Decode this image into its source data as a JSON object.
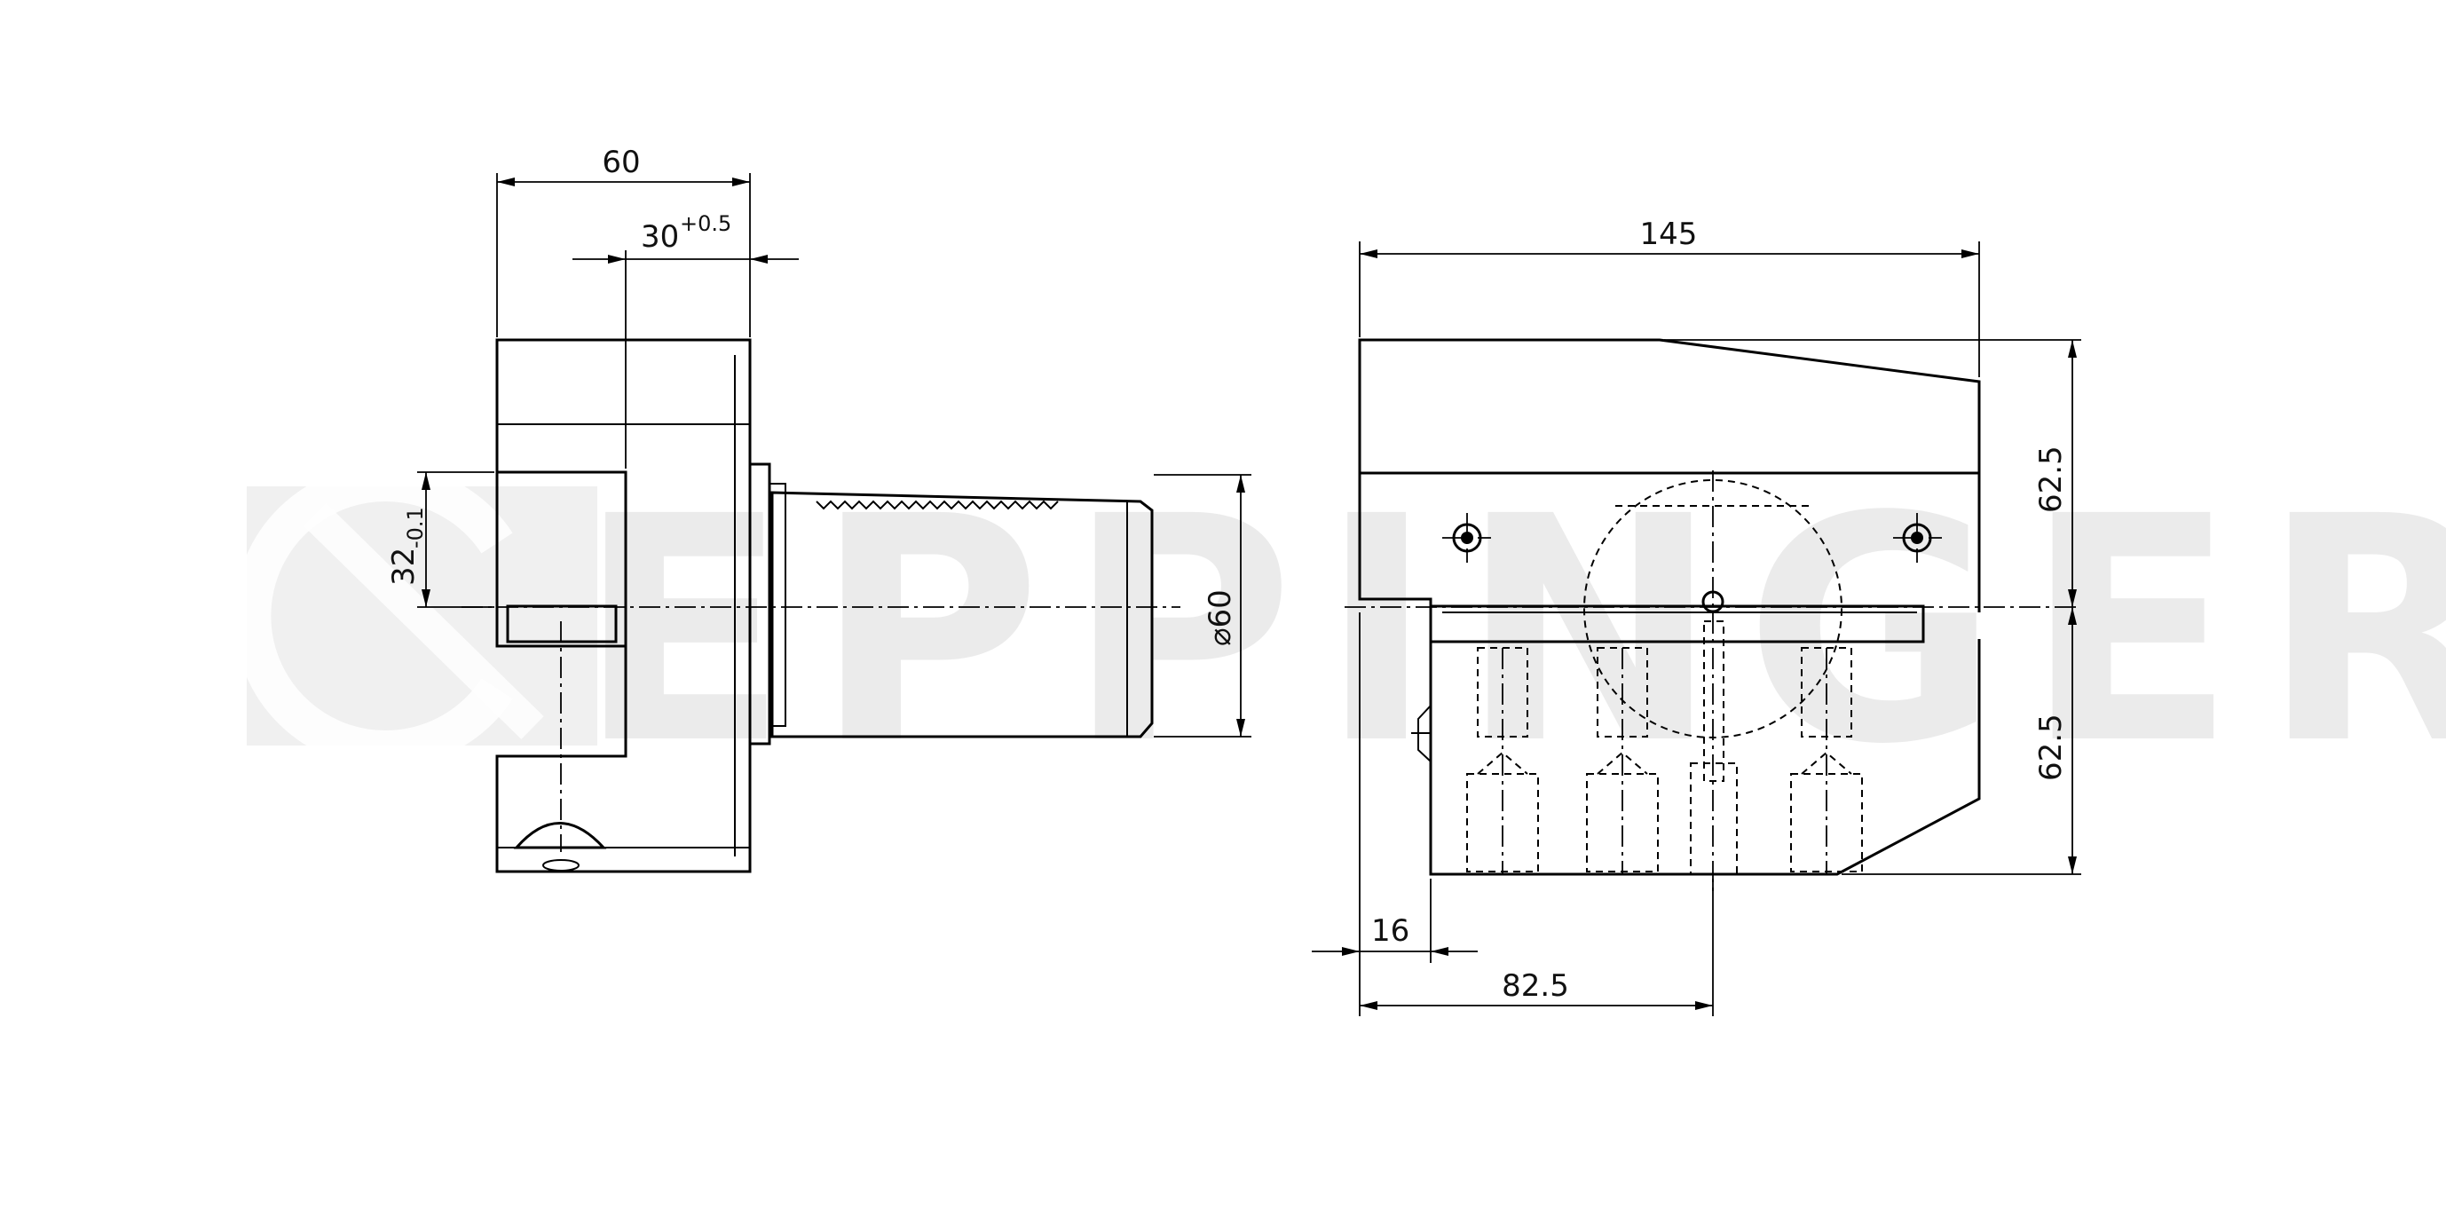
{
  "watermark": {
    "brand": "EPPINGER"
  },
  "side_view": {
    "dim_overall_width": "60",
    "dim_slot_base": "30",
    "dim_slot_tol": "+0.5",
    "dim_key_base": "32",
    "dim_key_tol": "-0.1",
    "dim_shank_diameter": "⌀60"
  },
  "front_view": {
    "dim_overall_length": "145",
    "dim_upper_height": "62.5",
    "dim_lower_height": "62.5",
    "dim_offset": "16",
    "dim_center_distance": "82.5"
  }
}
